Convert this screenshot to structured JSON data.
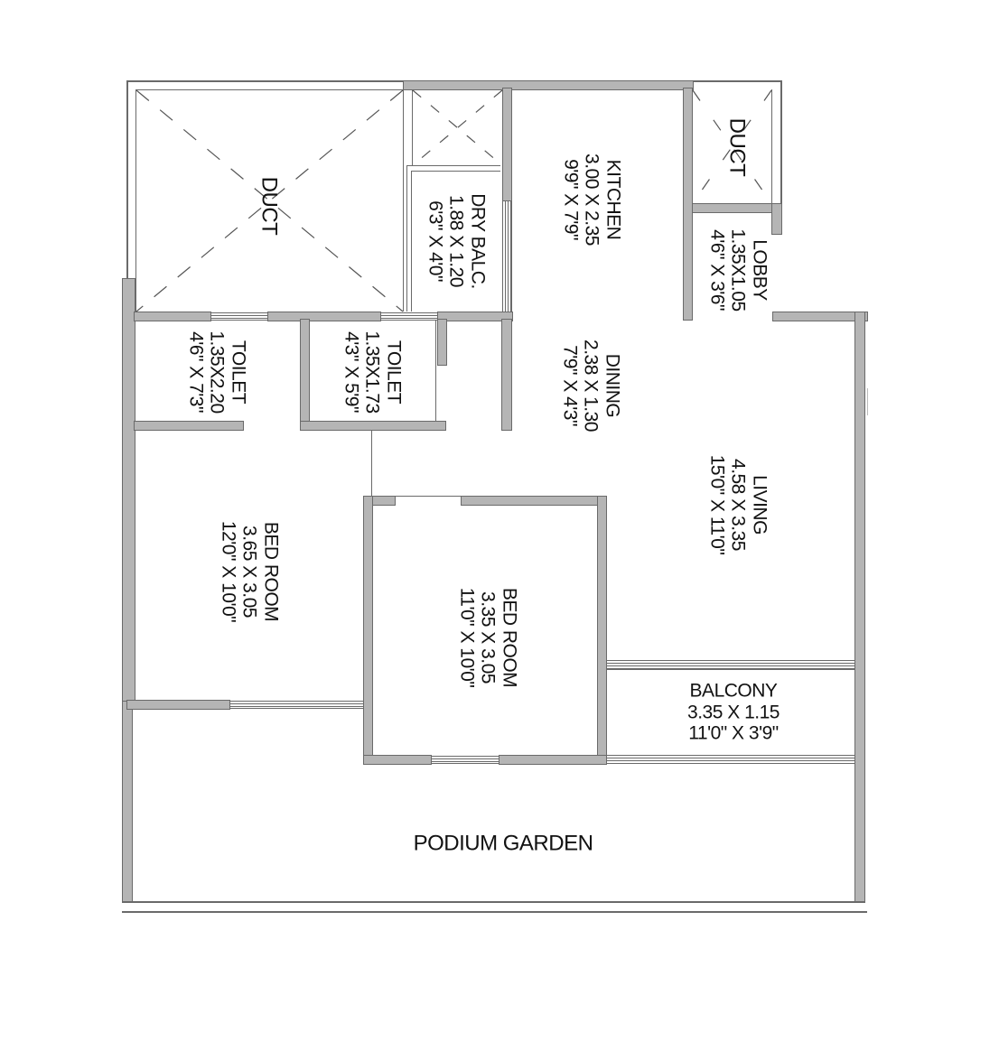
{
  "plan": {
    "type": "residential floor plan",
    "wall_color": "#b5b5b5",
    "line_color": "#6a6a6a",
    "background": "#ffffff",
    "text_color": "#111111"
  },
  "rooms": {
    "duct_large": {
      "name": "DUCT"
    },
    "duct_small_top": {
      "name": ""
    },
    "duct_right": {
      "name": "DUCT"
    },
    "dry_balcony": {
      "name": "DRY BALC.",
      "metric": "1.88 X 1.20",
      "imperial": "6'3\" X 4'0\""
    },
    "kitchen": {
      "name": "KITCHEN",
      "metric": "3.00 X 2.35",
      "imperial": "9'9\" X 7'9\""
    },
    "lobby": {
      "name": "LOBBY",
      "metric": "1.35X1.05",
      "imperial": "4'6\" X 3'6\""
    },
    "toilet_1": {
      "name": "TOILET",
      "metric": "1.35X2.20",
      "imperial": "4'6\" X 7'3\""
    },
    "toilet_2": {
      "name": "TOILET",
      "metric": "1.35X1.73",
      "imperial": "4'3\" X 5'9\""
    },
    "dining": {
      "name": "DINING",
      "metric": "2.38 X 1.30",
      "imperial": "7'9\" X 4'3\""
    },
    "living": {
      "name": "LIVING",
      "metric": "4.58 X 3.35",
      "imperial": "15'0\" X 11'0\""
    },
    "bedroom_1": {
      "name": "BED ROOM",
      "metric": "3.65 X 3.05",
      "imperial": "12'0\" X 10'0\""
    },
    "bedroom_2": {
      "name": "BED ROOM",
      "metric": "3.35 X 3.05",
      "imperial": "11'0\" X 10'0\""
    },
    "balcony": {
      "name": "BALCONY",
      "metric": "3.35 X 1.15",
      "imperial": "11'0\" X 3'9\""
    },
    "podium_garden": {
      "name": "PODIUM GARDEN"
    }
  }
}
